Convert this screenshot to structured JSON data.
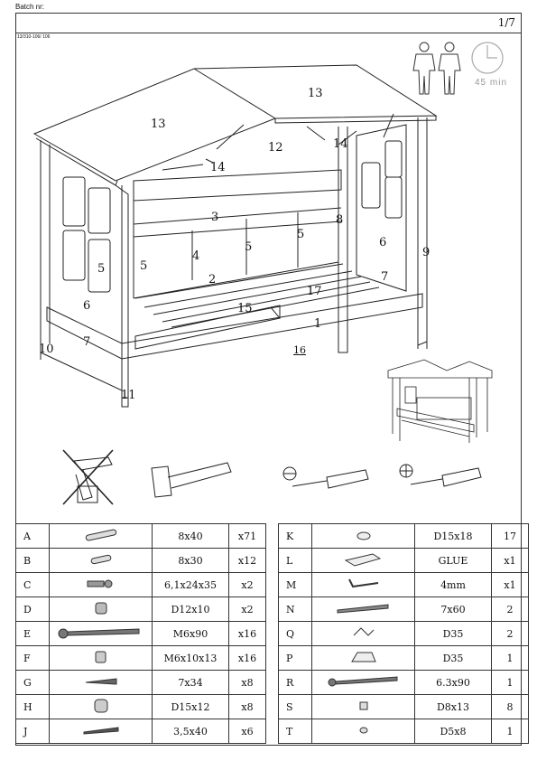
{
  "header": {
    "batch_label": "Batch nr:",
    "page": "1/7",
    "ref": "13/310-106/ 106"
  },
  "time": {
    "minutes": "45 min"
  },
  "callouts": [
    "13",
    "13",
    "12",
    "14",
    "14",
    "3",
    "8",
    "5",
    "5",
    "5",
    "5",
    "4",
    "6",
    "6",
    "2",
    "17",
    "15",
    "1",
    "7",
    "7",
    "9",
    "10",
    "11",
    "16"
  ],
  "parts_left": [
    {
      "letter": "A",
      "icon": "dowel-icon",
      "size": "8x40",
      "qty": "x71"
    },
    {
      "letter": "B",
      "icon": "short-dowel-icon",
      "size": "8x30",
      "qty": "x12"
    },
    {
      "letter": "C",
      "icon": "connector-bolt-icon",
      "size": "6,1x24x35",
      "qty": "x2"
    },
    {
      "letter": "D",
      "icon": "cam-nut-icon",
      "size": "D12x10",
      "qty": "x2"
    },
    {
      "letter": "E",
      "icon": "long-bolt-icon",
      "size": "M6x90",
      "qty": "x16"
    },
    {
      "letter": "F",
      "icon": "barrel-nut-icon",
      "size": "M6x10x13",
      "qty": "x16"
    },
    {
      "letter": "G",
      "icon": "screw-icon",
      "size": "7x34",
      "qty": "x8"
    },
    {
      "letter": "H",
      "icon": "cam-lock-icon",
      "size": "D15x12",
      "qty": "x8"
    },
    {
      "letter": "J",
      "icon": "wood-screw-icon",
      "size": "3,5x40",
      "qty": "x6"
    }
  ],
  "parts_right": [
    {
      "letter": "K",
      "icon": "cap-icon",
      "size": "D15x18",
      "qty": "17"
    },
    {
      "letter": "L",
      "icon": "glue-tube-icon",
      "size": "GLUE",
      "qty": "x1"
    },
    {
      "letter": "M",
      "icon": "allen-key-icon",
      "size": "4mm",
      "qty": "x1"
    },
    {
      "letter": "N",
      "icon": "lag-screw-icon",
      "size": "7x60",
      "qty": "2"
    },
    {
      "letter": "Q",
      "icon": "clip-icon",
      "size": "D35",
      "qty": "2"
    },
    {
      "letter": "P",
      "icon": "bracket-icon",
      "size": "D35",
      "qty": "1"
    },
    {
      "letter": "R",
      "icon": "long-screw-icon",
      "size": "6.3x90",
      "qty": "1"
    },
    {
      "letter": "S",
      "icon": "small-connector-icon",
      "size": "D8x13",
      "qty": "8"
    },
    {
      "letter": "T",
      "icon": "stopper-icon",
      "size": "D5x8",
      "qty": "1"
    }
  ]
}
